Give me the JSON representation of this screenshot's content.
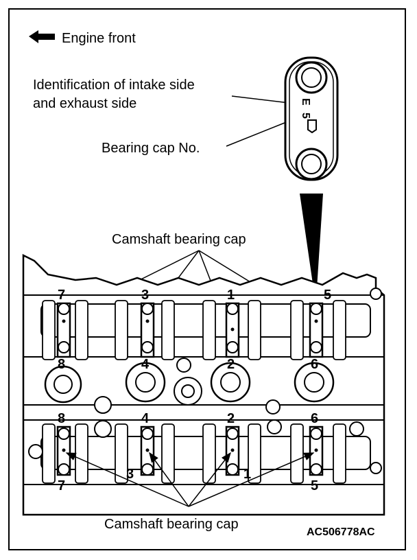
{
  "labels": {
    "engine_front": "Engine front",
    "identification_line1": "Identification of intake side",
    "identification_line2": "and exhaust side",
    "bearing_cap_no": "Bearing cap No.",
    "camshaft_bearing_cap_top": "Camshaft bearing cap",
    "camshaft_bearing_cap_bottom": "Camshaft bearing cap",
    "figure_code": "AC506778AC"
  },
  "cap_markings": {
    "letter": "E",
    "number": "5"
  },
  "cap_numbers": {
    "upper_row_top": [
      "7",
      "3",
      "1",
      "5"
    ],
    "upper_row_bottom": [
      "8",
      "4",
      "2",
      "6"
    ],
    "lower_row_top": [
      "8",
      "4",
      "2",
      "6"
    ],
    "lower_row_bottom": [
      "7",
      "3",
      "1",
      "5"
    ]
  }
}
